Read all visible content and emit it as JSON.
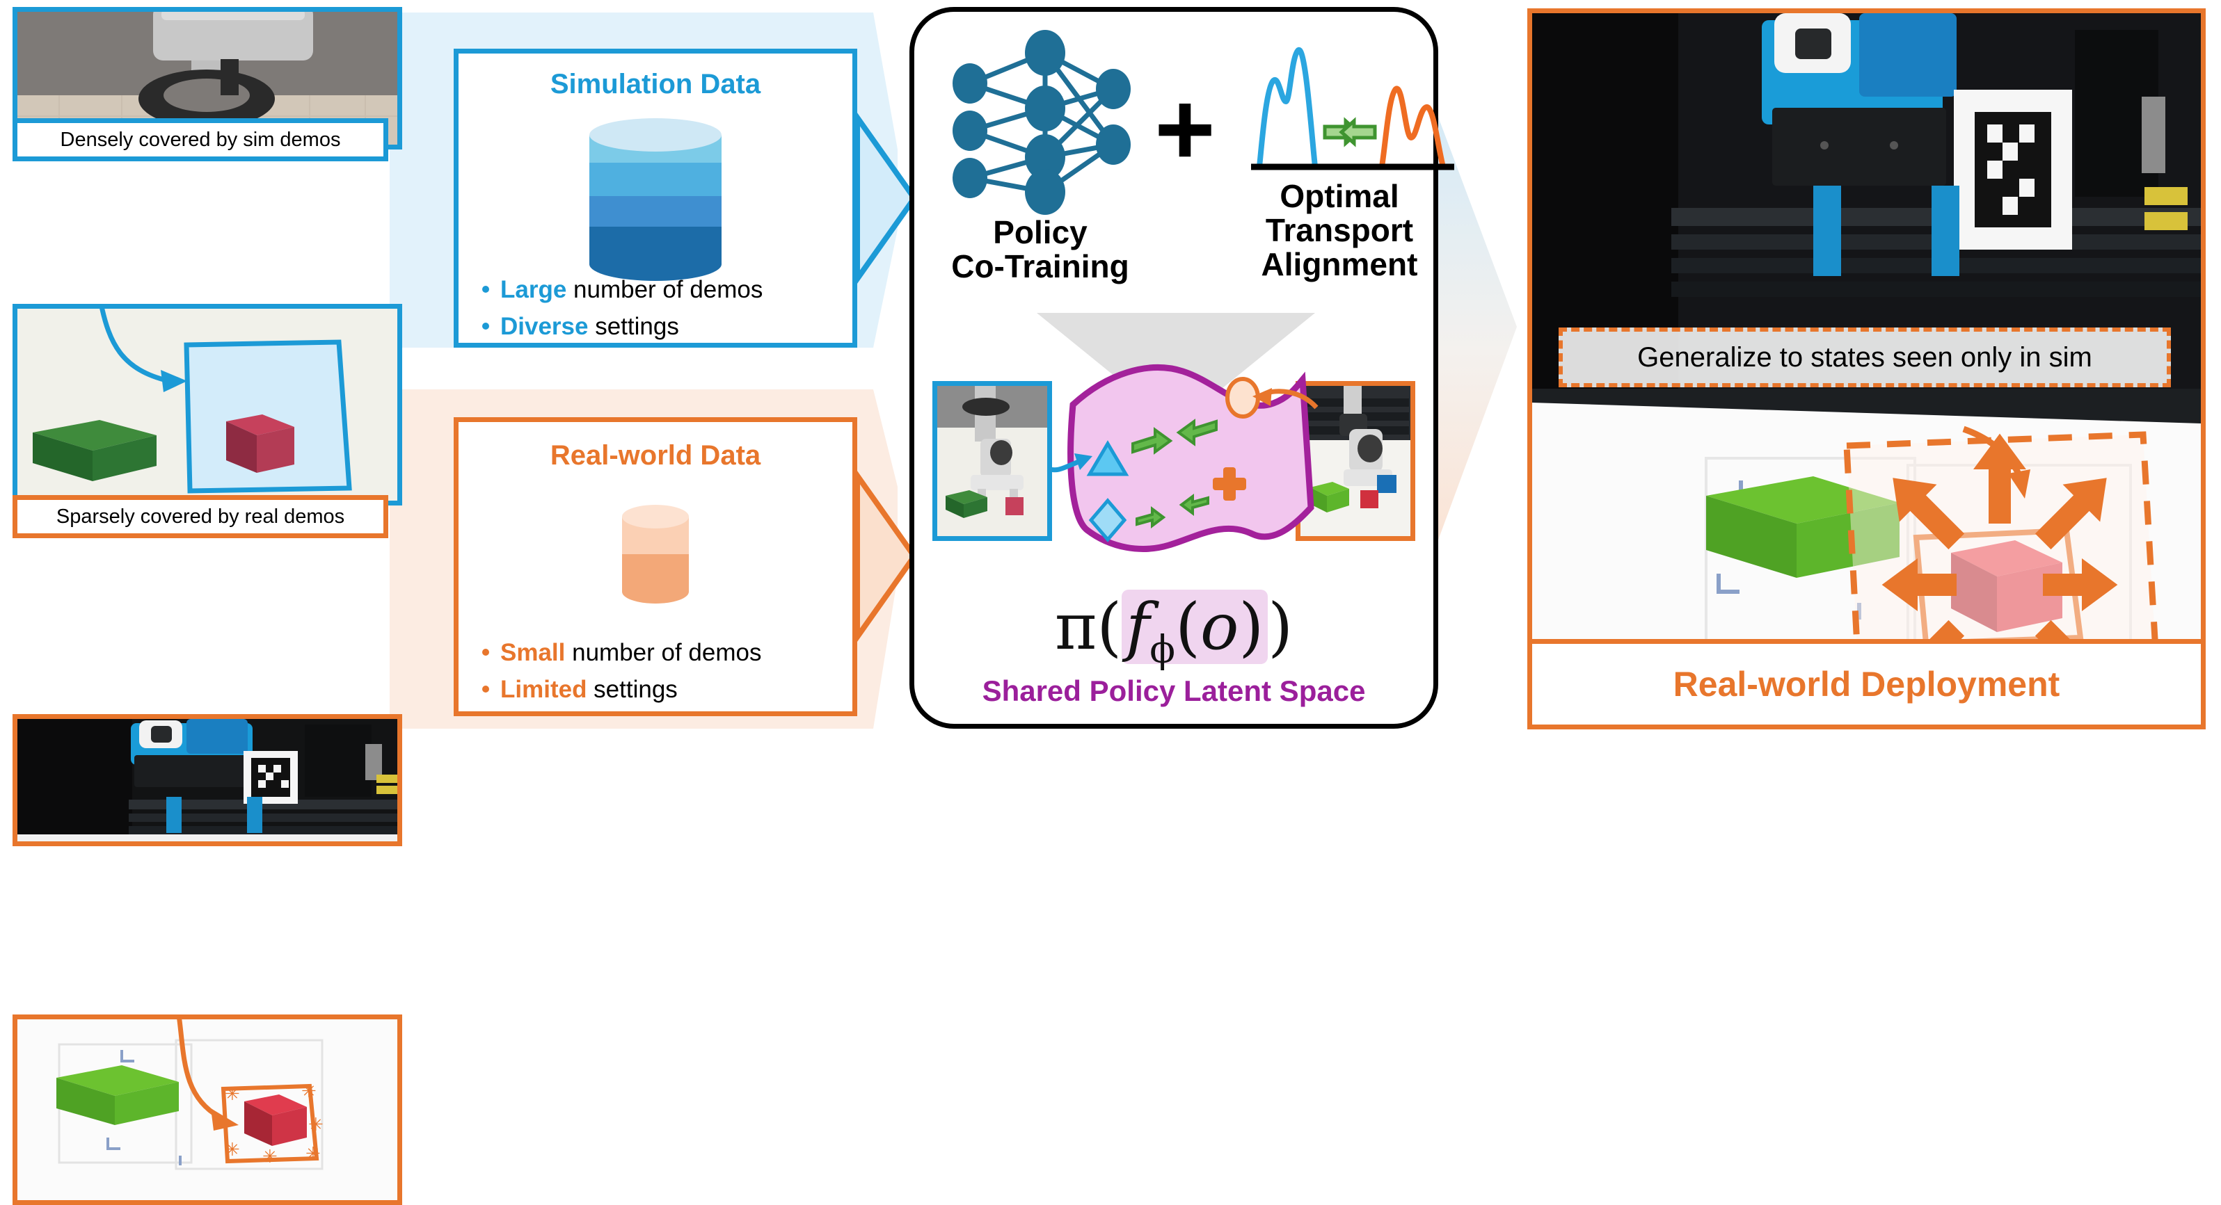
{
  "left_column": {
    "sim_panel": {
      "caption": "Densely covered by sim demos",
      "accent": "#1c9ad6"
    },
    "real_panel": {
      "caption": "Sparsely covered by real demos",
      "accent": "#e8762c"
    }
  },
  "sim_card": {
    "title": "Simulation Data",
    "accent": "#1c9ad6",
    "icon": "database-cylinder-icon",
    "bullets": [
      {
        "bold": "Large",
        "rest": " number of demos"
      },
      {
        "bold": "Diverse",
        "rest": " settings"
      }
    ]
  },
  "real_card": {
    "title": "Real-world Data",
    "accent": "#e8762c",
    "icon": "database-cylinder-icon",
    "bullets": [
      {
        "bold": "Small",
        "rest": " number of demos"
      },
      {
        "bold": "Limited",
        "rest": " settings"
      }
    ]
  },
  "center": {
    "method_a": "Policy\nCo-Training",
    "method_a_line1": "Policy",
    "method_a_line2": "Co-Training",
    "plus": "+",
    "method_b_line1": "Optimal",
    "method_b_line2": "Transport",
    "method_b_line3": "Alignment",
    "nn_icon": "neural-network-icon",
    "ot_icon": "distribution-alignment-icon",
    "formula": {
      "pi": "π",
      "open": "(",
      "f": "f",
      "phi": "ϕ",
      "inner_open": "(",
      "o": "o",
      "inner_close": ")",
      "close": ")"
    },
    "latent_space_label": "Shared Policy Latent Space",
    "latent_accent": "#9b1f9b",
    "sim_thumb_accent": "#1c9ad6",
    "real_thumb_accent": "#e8762c",
    "manifold_markers": [
      "triangle",
      "diamond",
      "circle",
      "plus"
    ],
    "transport_arrow_color": "#63b84a"
  },
  "right_panel": {
    "callout": "Generalize to states seen only in sim",
    "title": "Real-world Deployment",
    "accent": "#e8762c",
    "arrow_count": 8
  },
  "colors": {
    "blue": "#1c9ad6",
    "blue_light": "#d8eefa",
    "orange": "#e8762c",
    "orange_light": "#fbe8dc",
    "purple": "#9b1f9b",
    "green": "#63b84a",
    "nn_node": "#1f6f96",
    "ot_blue": "#2ba6e0",
    "ot_orange": "#ef6c22",
    "manifold_fill": "#f2c6ee",
    "black": "#000000"
  }
}
